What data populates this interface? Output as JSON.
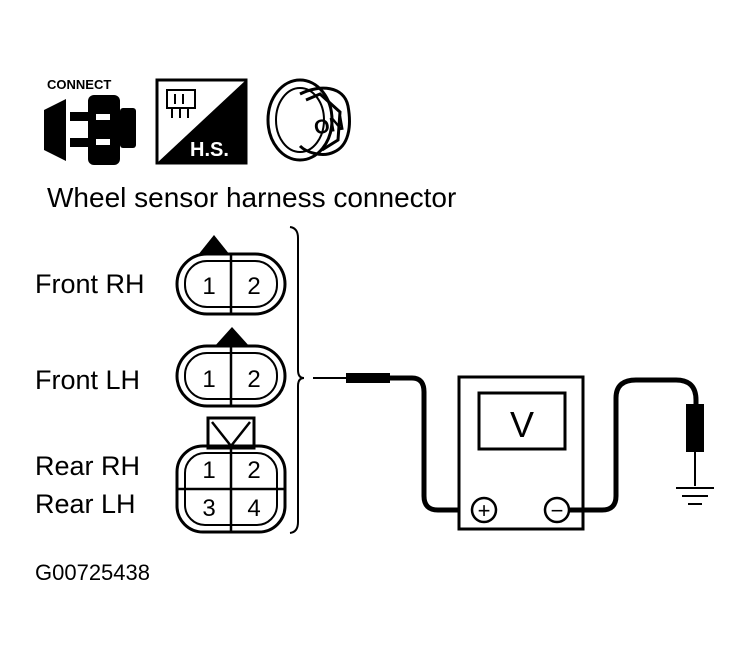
{
  "icons": {
    "connect_label": "CONNECT",
    "hs_label": "H.S.",
    "on_label": "ON",
    "connect_icon": "connector-disconnect-icon",
    "hs_icon": "harness-side-icon",
    "ignition_icon": "ignition-key-on-icon"
  },
  "title": "Wheel sensor harness connector",
  "connectors": {
    "front_rh": {
      "label": "Front RH",
      "pins": [
        "1",
        "2"
      ]
    },
    "front_lh": {
      "label": "Front LH",
      "pins": [
        "1",
        "2"
      ]
    },
    "rear": {
      "label_rh": "Rear RH",
      "label_lh": "Rear LH",
      "pins": [
        "1",
        "2",
        "3",
        "4"
      ]
    }
  },
  "meter": {
    "symbol": "V",
    "plus": "+",
    "minus": "−",
    "icon": "voltmeter-icon"
  },
  "ground_icon": "ground-symbol-icon",
  "figure_id": "G00725438"
}
